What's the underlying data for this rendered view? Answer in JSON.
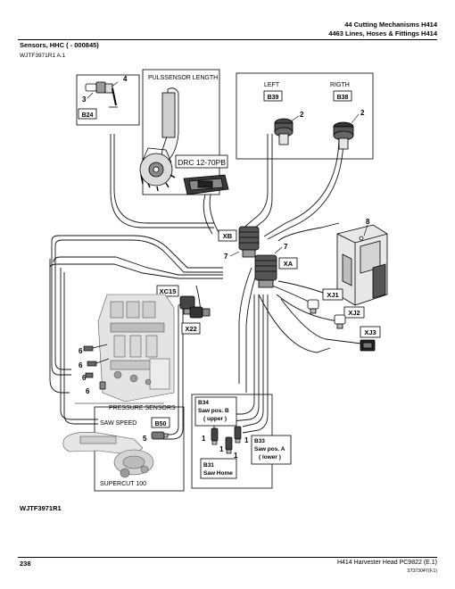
{
  "header": {
    "line1": "44 Cutting Mechanisms H414",
    "line2": "4463 Lines, Hoses & Fittings H414"
  },
  "section_title": "Sensors, HHC ( - 000845)",
  "ref_code": "WJTF3971R1 A.1",
  "figure_ref": "WJTF3971R1",
  "footer": {
    "page_number": "238",
    "title": "H414 Harvester Head   PC9822   (E.1)",
    "code": "ST37304Y(F.1)"
  },
  "labels": {
    "pulssensor": "PULSSENSOR LENGTH",
    "drc": "DRC 12-70PB",
    "left": "LEFT",
    "right": "RIGTH",
    "pressure_sensors": "PRESSURE SENSORS",
    "saw_speed": "SAW SPEED",
    "supercut": "SUPERCUT 100",
    "b34_line1": "B34",
    "b34_line2": "Saw pos. B",
    "b34_line3": "( upper )",
    "b33_line1": "B33",
    "b33_line2": "Saw pos. A",
    "b33_line3": "( lower )",
    "b31_line1": "B31",
    "b31_line2": "Saw Home"
  },
  "tags": {
    "b24": "B24",
    "b39": "B39",
    "b38": "B38",
    "b50": "B50",
    "xb": "XB",
    "xa": "XA",
    "xc15": "XC15",
    "x22": "X22",
    "xj1": "XJ1",
    "xj2": "XJ2",
    "xj3": "XJ3"
  },
  "callouts": {
    "n1": "1",
    "n2": "2",
    "n3": "3",
    "n4": "4",
    "n5": "5",
    "n6": "6",
    "n7": "7",
    "n8": "8"
  }
}
